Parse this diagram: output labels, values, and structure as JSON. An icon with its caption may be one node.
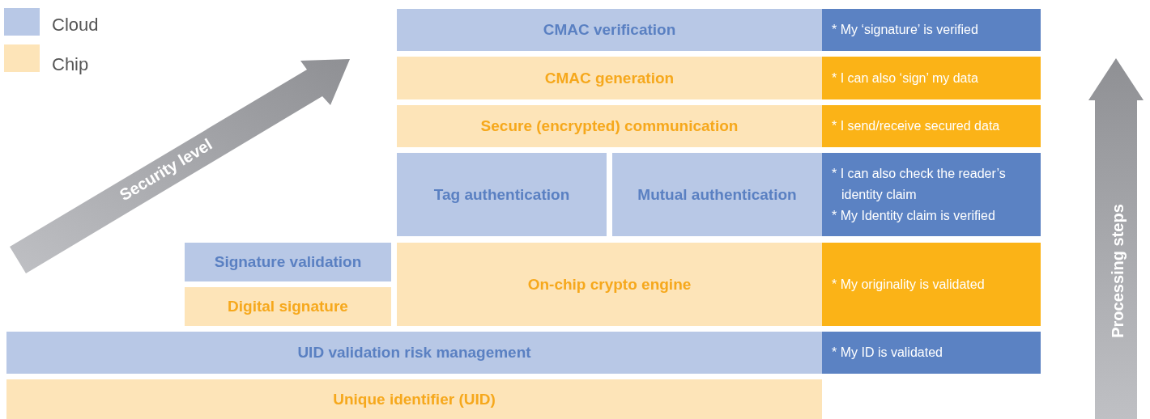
{
  "diagram": {
    "nodes": [
      {
        "text": [
          "CMAC verification"
        ]
      },
      {
        "text": [
          "* My ‘signature’ is verified"
        ]
      },
      {
        "text": [
          "CMAC generation"
        ]
      },
      {
        "text": [
          "* I can also ‘sign’ my data"
        ]
      },
      {
        "text": [
          "Secure (encrypted) communication"
        ]
      },
      {
        "text": [
          "* I send/receive secured data"
        ]
      },
      {
        "text": [
          "Tag authentication"
        ]
      },
      {
        "text": [
          "Mutual authentication"
        ]
      },
      {
        "text": [
          "* I can also check the reader’s identity claim",
          "* My Identity claim is verified"
        ]
      },
      {
        "text": [
          "Signature validation"
        ]
      },
      {
        "text": [
          "On-chip crypto engine"
        ]
      },
      {
        "text": [
          "* My originality is validated"
        ]
      },
      {
        "text": [
          "Digital signature"
        ]
      },
      {
        "text": [
          "UID validation risk management"
        ]
      },
      {
        "text": [
          "* My ID is validated"
        ]
      },
      {
        "text": [
          "Unique identifier (UID)"
        ]
      }
    ],
    "labels": [
      "Security level",
      "Processing steps"
    ],
    "legend": [
      {
        "text": "Cloud",
        "color": "#b8c8e6"
      },
      {
        "text": "Chip",
        "color": "#fde4b8"
      }
    ]
  }
}
